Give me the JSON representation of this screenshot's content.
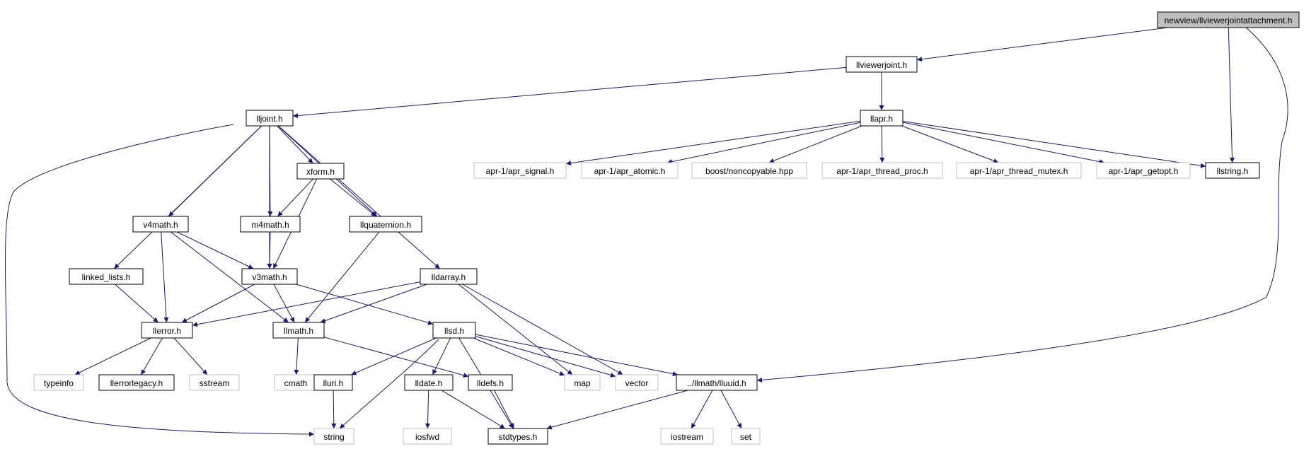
{
  "graph": {
    "nodes": [
      {
        "id": "root",
        "label": "newview/llviewerjointattachment.h",
        "kind": "root"
      },
      {
        "id": "llviewerjoint",
        "label": "llviewerjoint.h",
        "kind": "internal"
      },
      {
        "id": "lljoint",
        "label": "lljoint.h",
        "kind": "internal"
      },
      {
        "id": "llapr",
        "label": "llapr.h",
        "kind": "internal"
      },
      {
        "id": "apr_signal",
        "label": "apr-1/apr_signal.h",
        "kind": "external"
      },
      {
        "id": "apr_atomic",
        "label": "apr-1/apr_atomic.h",
        "kind": "external"
      },
      {
        "id": "noncopyable",
        "label": "boost/noncopyable.hpp",
        "kind": "external"
      },
      {
        "id": "apr_thread_proc",
        "label": "apr-1/apr_thread_proc.h",
        "kind": "external"
      },
      {
        "id": "apr_thread_mutex",
        "label": "apr-1/apr_thread_mutex.h",
        "kind": "external"
      },
      {
        "id": "apr_getopt",
        "label": "apr-1/apr_getopt.h",
        "kind": "external"
      },
      {
        "id": "llstring",
        "label": "llstring.h",
        "kind": "internal"
      },
      {
        "id": "xform",
        "label": "xform.h",
        "kind": "internal"
      },
      {
        "id": "v4math",
        "label": "v4math.h",
        "kind": "internal"
      },
      {
        "id": "m4math",
        "label": "m4math.h",
        "kind": "internal"
      },
      {
        "id": "llquaternion",
        "label": "llquaternion.h",
        "kind": "internal"
      },
      {
        "id": "linked_lists",
        "label": "linked_lists.h",
        "kind": "internal"
      },
      {
        "id": "v3math",
        "label": "v3math.h",
        "kind": "internal"
      },
      {
        "id": "lldarray",
        "label": "lldarray.h",
        "kind": "internal"
      },
      {
        "id": "llerror",
        "label": "llerror.h",
        "kind": "internal"
      },
      {
        "id": "llmath",
        "label": "llmath.h",
        "kind": "internal"
      },
      {
        "id": "llsd",
        "label": "llsd.h",
        "kind": "internal"
      },
      {
        "id": "typeinfo",
        "label": "typeinfo",
        "kind": "external"
      },
      {
        "id": "llerrorlegacy",
        "label": "llerrorlegacy.h",
        "kind": "internal"
      },
      {
        "id": "sstream",
        "label": "sstream",
        "kind": "external"
      },
      {
        "id": "cmath",
        "label": "cmath",
        "kind": "external"
      },
      {
        "id": "lluri",
        "label": "lluri.h",
        "kind": "internal"
      },
      {
        "id": "lldate",
        "label": "lldate.h",
        "kind": "internal"
      },
      {
        "id": "lldefs",
        "label": "lldefs.h",
        "kind": "internal"
      },
      {
        "id": "map",
        "label": "map",
        "kind": "external"
      },
      {
        "id": "vector",
        "label": "vector",
        "kind": "external"
      },
      {
        "id": "lluuid",
        "label": "../llmath/lluuid.h",
        "kind": "internal"
      },
      {
        "id": "string",
        "label": "string",
        "kind": "external"
      },
      {
        "id": "iosfwd",
        "label": "iosfwd",
        "kind": "external"
      },
      {
        "id": "stdtypes",
        "label": "stdtypes.h",
        "kind": "internal"
      },
      {
        "id": "iostream",
        "label": "iostream",
        "kind": "external"
      },
      {
        "id": "set",
        "label": "set",
        "kind": "external"
      }
    ],
    "edges": [
      {
        "from": "root",
        "to": "llviewerjoint"
      },
      {
        "from": "root",
        "to": "llstring"
      },
      {
        "from": "root",
        "to": "lluuid"
      },
      {
        "from": "llviewerjoint",
        "to": "lljoint"
      },
      {
        "from": "llviewerjoint",
        "to": "llapr"
      },
      {
        "from": "llapr",
        "to": "apr_signal"
      },
      {
        "from": "llapr",
        "to": "apr_atomic"
      },
      {
        "from": "llapr",
        "to": "noncopyable"
      },
      {
        "from": "llapr",
        "to": "apr_thread_proc"
      },
      {
        "from": "llapr",
        "to": "apr_thread_mutex"
      },
      {
        "from": "llapr",
        "to": "apr_getopt"
      },
      {
        "from": "llapr",
        "to": "llstring"
      },
      {
        "from": "lljoint",
        "to": "xform"
      },
      {
        "from": "lljoint",
        "to": "v4math"
      },
      {
        "from": "lljoint",
        "to": "m4math"
      },
      {
        "from": "lljoint",
        "to": "llquaternion"
      },
      {
        "from": "lljoint",
        "to": "v3math"
      },
      {
        "from": "lljoint",
        "to": "linked_lists"
      },
      {
        "from": "lljoint",
        "to": "lldarray"
      },
      {
        "from": "lljoint",
        "to": "string"
      },
      {
        "from": "xform",
        "to": "m4math"
      },
      {
        "from": "xform",
        "to": "v3math"
      },
      {
        "from": "xform",
        "to": "llquaternion"
      },
      {
        "from": "v4math",
        "to": "v3math"
      },
      {
        "from": "v4math",
        "to": "llerror"
      },
      {
        "from": "v4math",
        "to": "llmath"
      },
      {
        "from": "m4math",
        "to": "v3math"
      },
      {
        "from": "llquaternion",
        "to": "llmath"
      },
      {
        "from": "linked_lists",
        "to": "llerror"
      },
      {
        "from": "v3math",
        "to": "llerror"
      },
      {
        "from": "v3math",
        "to": "llmath"
      },
      {
        "from": "v3math",
        "to": "llsd"
      },
      {
        "from": "lldarray",
        "to": "llerror"
      },
      {
        "from": "lldarray",
        "to": "llmath"
      },
      {
        "from": "lldarray",
        "to": "map"
      },
      {
        "from": "lldarray",
        "to": "vector"
      },
      {
        "from": "llerror",
        "to": "typeinfo"
      },
      {
        "from": "llerror",
        "to": "llerrorlegacy"
      },
      {
        "from": "llerror",
        "to": "sstream"
      },
      {
        "from": "llmath",
        "to": "cmath"
      },
      {
        "from": "llmath",
        "to": "lldefs"
      },
      {
        "from": "llsd",
        "to": "lluri"
      },
      {
        "from": "llsd",
        "to": "lldate"
      },
      {
        "from": "llsd",
        "to": "string"
      },
      {
        "from": "llsd",
        "to": "stdtypes"
      },
      {
        "from": "llsd",
        "to": "map"
      },
      {
        "from": "llsd",
        "to": "vector"
      },
      {
        "from": "llsd",
        "to": "lluuid"
      },
      {
        "from": "lluri",
        "to": "string"
      },
      {
        "from": "lldate",
        "to": "iosfwd"
      },
      {
        "from": "lldate",
        "to": "stdtypes"
      },
      {
        "from": "lldefs",
        "to": "stdtypes"
      },
      {
        "from": "lluuid",
        "to": "stdtypes"
      },
      {
        "from": "lluuid",
        "to": "iostream"
      },
      {
        "from": "lluuid",
        "to": "set"
      }
    ],
    "colors": {
      "edge": "#191970",
      "node_border": "#000000",
      "external_border": "#bfbfbf",
      "root_fill": "#bfbfbf",
      "node_fill": "#ffffff"
    }
  }
}
